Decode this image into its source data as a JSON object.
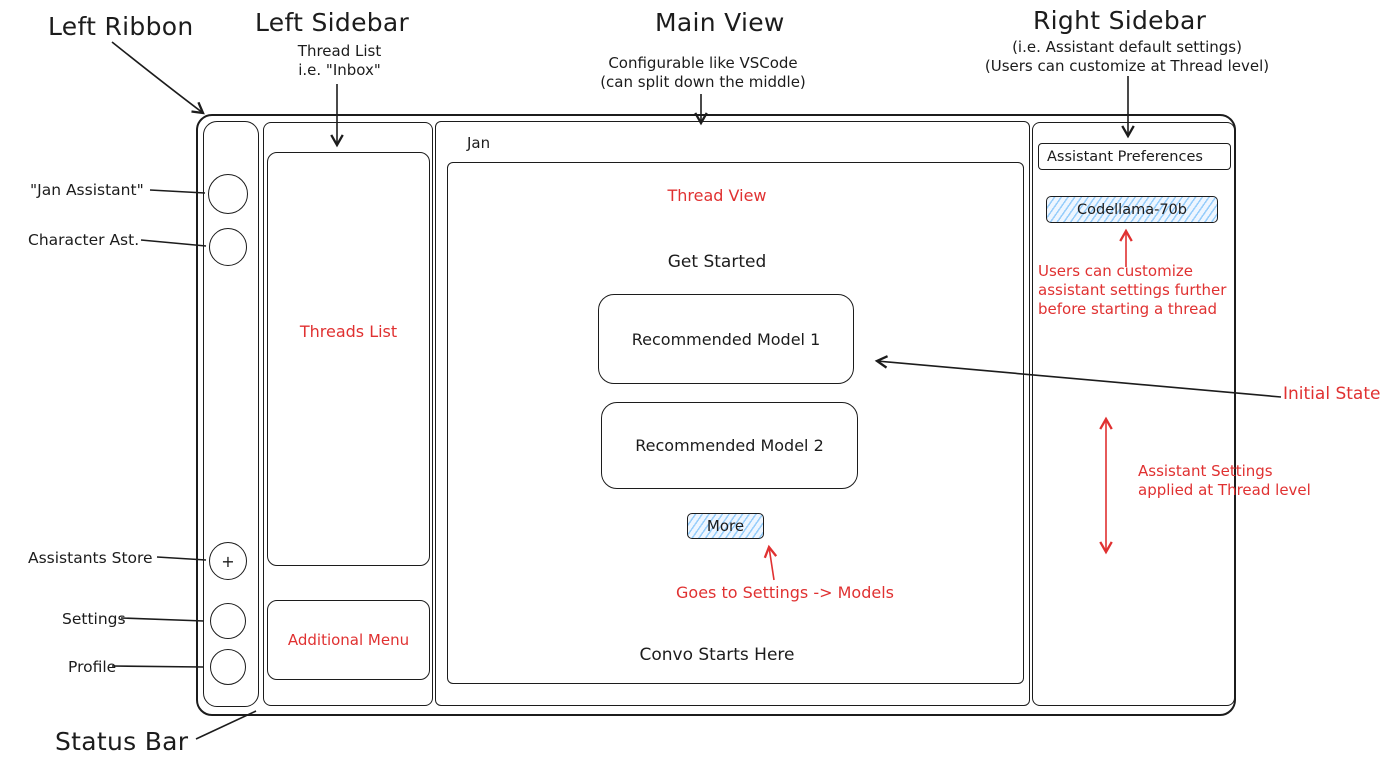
{
  "colors": {
    "ink": "#1c1c1c",
    "annotation_red": "#e03131",
    "hatch_blue": "#4dabf7"
  },
  "callouts": {
    "left_ribbon": "Left Ribbon",
    "left_sidebar": {
      "title": "Left Sidebar",
      "note": "Thread List\ni.e. \"Inbox\""
    },
    "main_view": {
      "title": "Main View",
      "note": "Configurable like VSCode\n(can split down the middle)"
    },
    "right_sidebar": {
      "title": "Right Sidebar",
      "note": "(i.e. Assistant default settings)\n(Users can customize at Thread level)"
    },
    "status_bar": "Status Bar",
    "jan_assistant": "\"Jan Assistant\"",
    "character_ast": "Character Ast.",
    "assistants_store": "Assistants Store",
    "settings": "Settings",
    "profile": "Profile",
    "initial_state": "Initial State"
  },
  "wireframe": {
    "app_title": "Jan",
    "ribbon": {
      "plus": "+"
    },
    "left_sidebar": {
      "threads_list": "Threads List",
      "additional_menu": "Additional Menu"
    },
    "main": {
      "thread_view": "Thread View",
      "get_started": "Get Started",
      "model1": "Recommended Model 1",
      "model2": "Recommended Model 2",
      "more": "More",
      "goes_to_note": "Goes to Settings -> Models",
      "convo": "Convo Starts Here"
    },
    "right_sidebar": {
      "header": "Assistant Preferences",
      "model": "Codellama-70b",
      "customize_note": "Users can customize\nassistant settings further\nbefore starting a thread",
      "applied_note": "Assistant Settings\napplied at Thread level"
    }
  }
}
